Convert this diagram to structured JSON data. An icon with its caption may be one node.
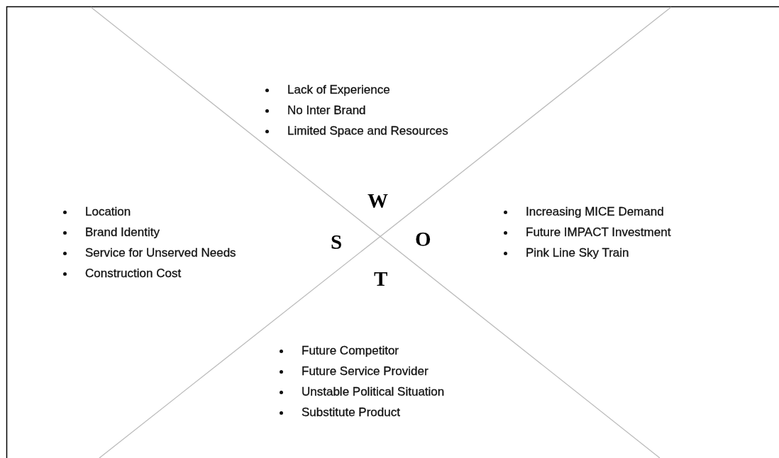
{
  "diagram": {
    "labels": [
      "Lack of Experience",
      "No Inter Brand",
      "Limited Space and Resources",
      "W",
      "Location",
      "Brand Identity",
      "Service for Unserved Needs",
      "Construction Cost",
      "S",
      "O",
      "Increasing MICE Demand",
      "Future IMPACT Investment",
      "Pink Line Sky Train",
      "T",
      "Future Competitor",
      "Future Service Provider",
      "Unstable Political Situation",
      "Substitute Product"
    ]
  }
}
